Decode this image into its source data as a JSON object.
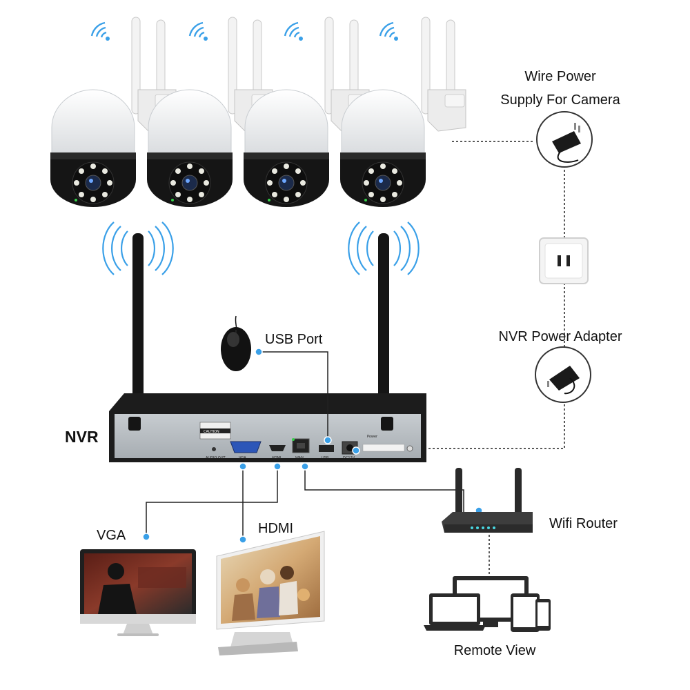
{
  "labels": {
    "wire_power_line1": "Wire Power",
    "wire_power_line2": "Supply For Camera",
    "usb_port": "USB Port",
    "nvr_power_adapter": "NVR Power Adapter",
    "nvr": "NVR",
    "wifi_router": "Wifi Router",
    "vga": "VGA",
    "hdmi": "HDMI",
    "remote_view": "Remote View"
  },
  "nvr_panel": {
    "caution": "CAUTION",
    "audio_out": "AUDIO OUT",
    "vga_port": "VGA",
    "hdmi_port": "HDMI",
    "wan_port": "WAN",
    "usb_port": "USB",
    "dc_port": "DC12V",
    "power_port": "Power"
  },
  "colors": {
    "connector_dot": "#3aa0e8",
    "wifi_waves": "#3aa0e8",
    "nvr_body": "#1c1c1c",
    "nvr_panel": "#b9bfc4",
    "cable": "#222222"
  },
  "cameras": [
    {
      "icon": "ptz-camera-icon"
    },
    {
      "icon": "ptz-camera-icon"
    },
    {
      "icon": "ptz-camera-icon"
    },
    {
      "icon": "ptz-camera-icon"
    }
  ]
}
